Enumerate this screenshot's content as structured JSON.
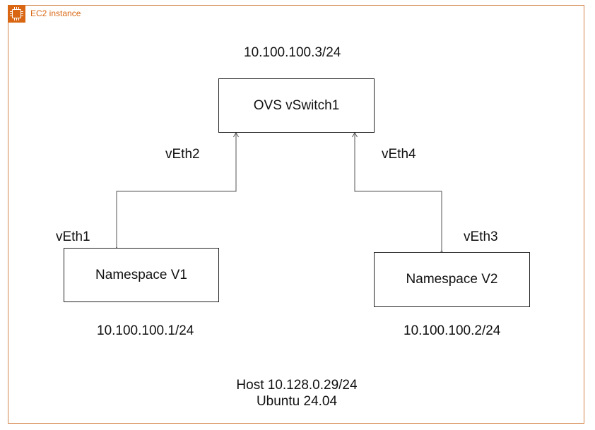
{
  "group": {
    "label": "EC2 instance",
    "icon": "ec2-instance-chip-icon",
    "accent_color": "#d86613"
  },
  "switch": {
    "label": "OVS vSwitch1",
    "ip": "10.100.100.3/24"
  },
  "namespaces": [
    {
      "label": "Namespace V1",
      "ip": "10.100.100.1/24"
    },
    {
      "label": "Namespace V2",
      "ip": "10.100.100.2/24"
    }
  ],
  "links": [
    {
      "switch_end": "vEth2",
      "namespace_end": "vEth1"
    },
    {
      "switch_end": "vEth4",
      "namespace_end": "vEth3"
    }
  ],
  "host": {
    "line1": "Host 10.128.0.29/24",
    "line2": "Ubuntu 24.04"
  }
}
